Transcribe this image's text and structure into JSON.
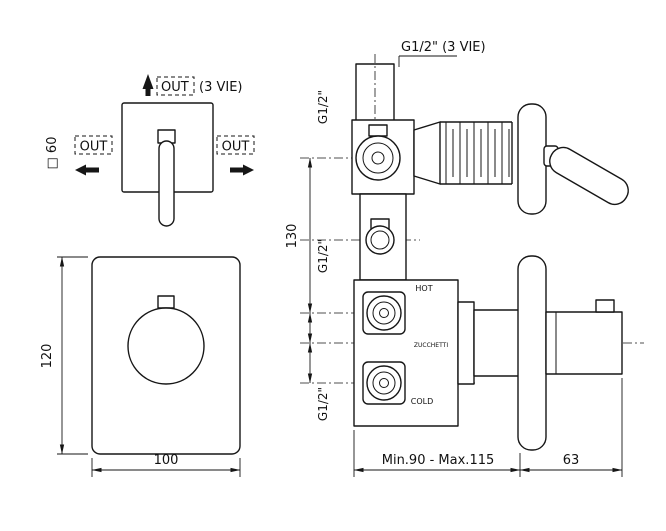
{
  "colors": {
    "line": "#161616",
    "background": "#ffffff"
  },
  "front_view_handle": {
    "out_top_label": "OUT",
    "out_top_note": "(3 VIE)",
    "out_left_label": "OUT",
    "out_right_label": "OUT",
    "plate_size": "□ 60"
  },
  "front_view_plate": {
    "height_dim": "120",
    "width_dim": "100"
  },
  "side_view": {
    "top_connection": "G1/2\" (3 VIE)",
    "connection_top": "G1/2\"",
    "connection_mid": "G1/2\"",
    "connection_bottom": "G1/2\"",
    "port_spacing": "130",
    "hot_label": "HOT",
    "cold_label": "COLD",
    "brand": "ZUCCHETTI",
    "depth_range": "Min.90 - Max.115",
    "handle_depth": "63"
  }
}
